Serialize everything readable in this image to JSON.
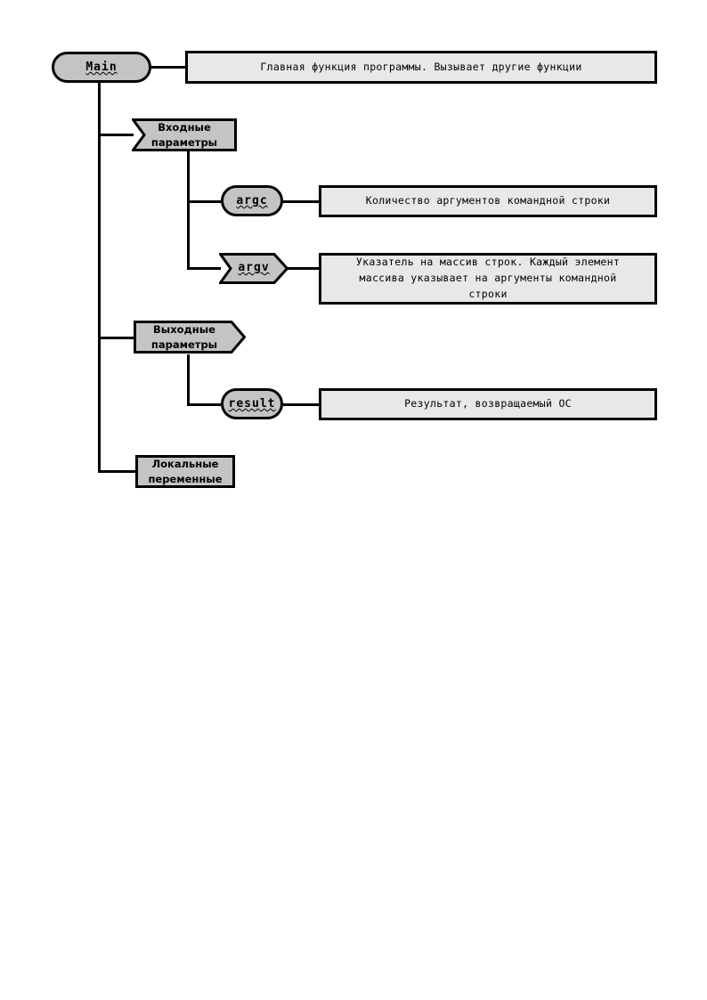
{
  "diagram": {
    "type": "tree-hierarchy",
    "title": "Main function structure diagram",
    "language": "ru",
    "colors": {
      "node_fill": "#c4c4c4",
      "description_fill": "#e8e8e8",
      "stroke": "#000000",
      "page_background": "#ffffff"
    },
    "root": {
      "label": "Main",
      "shape": "stadium",
      "description": "Главная функция программы. Вызывает другие функции"
    },
    "groups": [
      {
        "id": "input-parameters",
        "label_line1": "Входные",
        "label_line2": "параметры",
        "shape": "pentagon-notched-left",
        "children": [
          {
            "id": "argc",
            "label": "argc",
            "shape": "stadium",
            "description_lines": [
              "Количество аргументов командной строки"
            ]
          },
          {
            "id": "argv",
            "label": "argv",
            "shape": "chevron",
            "description_lines": [
              "Указатель на массив строк. Каждый элемент",
              "массива указывает на аргументы командной",
              "строки"
            ]
          }
        ]
      },
      {
        "id": "output-parameters",
        "label_line1": "Выходные",
        "label_line2": "параметры",
        "shape": "pentagon-pointed-right",
        "children": [
          {
            "id": "result",
            "label": "result",
            "shape": "stadium",
            "description_lines": [
              "Результат, возвращаемый ОС"
            ]
          }
        ]
      },
      {
        "id": "local-variables",
        "label_line1": "Локальные",
        "label_line2": "переменные",
        "shape": "rectangle",
        "children": []
      }
    ]
  }
}
